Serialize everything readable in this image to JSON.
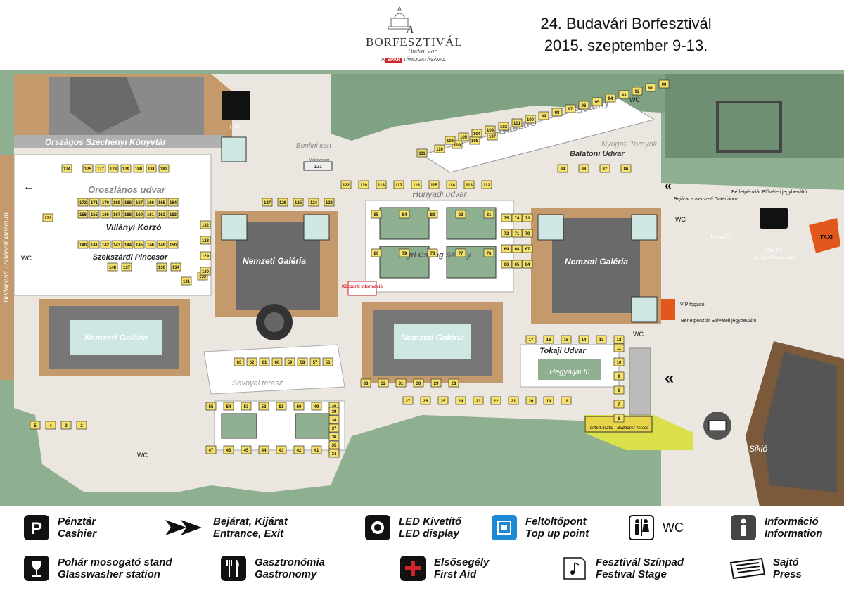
{
  "header": {
    "logo_small": "A",
    "logo_brand": "BORFESZTIVÁL",
    "logo_script": "Budai Vár",
    "logo_sponsor_prefix": "A",
    "logo_sponsor_brand": "SPAR",
    "logo_sponsor_suffix": "TÁMOGATÁSÁVAL",
    "title_line1": "24. Budavári Borfesztivál",
    "title_line2": "2015. szeptember 9-13."
  },
  "map": {
    "labels": {
      "konyvtar": "Országos Széchényi Könyvtár",
      "muzeum": "Budapesti Történeti Múzeum",
      "oroszlanos": "Oroszlános udvar",
      "villanyi": "Villányi Korzó",
      "szekszardi": "Szekszárdi Pincesor",
      "bonfini": "Bonfini kert",
      "hunyadi": "Hunyadi udvar",
      "egri": "Egri Csillag Sétány",
      "gasztro": "Gasztró",
      "setany": "Sétány",
      "nyugati": "Nyugati Tornyok",
      "balatoni": "Balatoni Udvar",
      "tokaji": "Tokaji Udvar",
      "hegyalja": "Hegyaljai fű",
      "savoyai": "Savoyai terasz",
      "siklo": "Sikló",
      "kivetito": "Kivetítő",
      "disz_ter": "Dísz Tér",
      "disz_ter_sub": "(16, 116-Várbusz, Taxi)",
      "lift": "LIFT",
      "gal1": "Nemzeti Galéria",
      "gal2": "Nemzeti Galéria",
      "gal3": "Nemzeti Galéria",
      "gal4": "Nemzeti Galéria",
      "bejarat": "Bejárat a Nemzeti Galériához",
      "berlet1": "Bérletpénztár Elővételi jegybeváltó",
      "berlet2": "Bérletpénztár Elővételi jegybeváltó",
      "vip": "VIP fogadó",
      "kozponti": "Központi Információ",
      "terasz": "Terített Asztal - Budapest Terace",
      "terasz_num": "1",
      "taxi": "TAXI",
      "wc": "WC",
      "stage_num": "121",
      "stage_label": "Vollenweider"
    },
    "stalls": [
      "176",
      "177",
      "178",
      "179",
      "180",
      "181",
      "182",
      "174",
      "175",
      "172",
      "171",
      "170",
      "169",
      "168",
      "167",
      "166",
      "165",
      "164",
      "156",
      "155",
      "166",
      "167",
      "168",
      "160",
      "161",
      "162",
      "163",
      "173",
      "140",
      "141",
      "142",
      "143",
      "144",
      "145",
      "146",
      "149",
      "150",
      "148",
      "137",
      "136",
      "134",
      "133",
      "131",
      "132",
      "128",
      "129",
      "130",
      "127",
      "126",
      "125",
      "124",
      "123",
      "122",
      "119",
      "118",
      "117",
      "116",
      "115",
      "114",
      "113",
      "112",
      "111",
      "110",
      "109",
      "108",
      "107",
      "106",
      "105",
      "104",
      "103",
      "102",
      "101",
      "100",
      "99",
      "98",
      "97",
      "96",
      "95",
      "94",
      "93",
      "92",
      "91",
      "90",
      "89",
      "88",
      "87",
      "86",
      "85",
      "84",
      "83",
      "82",
      "81",
      "80",
      "79",
      "78",
      "77",
      "76",
      "75",
      "74",
      "73",
      "72",
      "71",
      "70",
      "69",
      "68",
      "67",
      "66",
      "65",
      "64",
      "63",
      "62",
      "61",
      "60",
      "59",
      "58",
      "57",
      "56",
      "55",
      "54",
      "53",
      "52",
      "51",
      "50",
      "49",
      "48",
      "47",
      "46",
      "45",
      "44",
      "43",
      "42",
      "41",
      "40",
      "39",
      "38",
      "37",
      "36",
      "35",
      "34",
      "33",
      "32",
      "31",
      "30",
      "29",
      "28",
      "27",
      "26",
      "25",
      "24",
      "23",
      "22",
      "21",
      "20",
      "19",
      "18",
      "17",
      "16",
      "15",
      "14",
      "13",
      "12",
      "11",
      "10",
      "9",
      "8",
      "7",
      "6",
      "5",
      "4",
      "3",
      "2"
    ],
    "colors": {
      "grass": "#8fb090",
      "grass_dark": "#6f8f72",
      "path": "#ebe6df",
      "building": "#c49a6c",
      "roof": "#8a8a8a",
      "roof_dark": "#5a5a5a",
      "stall": "#f5e16b",
      "stall_border": "#333333",
      "water": "#cfe7e3"
    }
  },
  "legend": [
    {
      "icon": "cashier-icon",
      "hu": "Pénztár",
      "en": "Cashier"
    },
    {
      "icon": "entrance-exit-icon",
      "hu": "Bejárat,  Kijárat",
      "en": "Entrance, Exit"
    },
    {
      "icon": "led-display-icon",
      "hu": "LED Kivetítő",
      "en": "LED display"
    },
    {
      "icon": "top-up-point-icon",
      "hu": "Feltöltőpont",
      "en": "Top up point"
    },
    {
      "icon": "wc-icon",
      "hu": "WC",
      "en": ""
    },
    {
      "icon": "information-icon",
      "hu": "Információ",
      "en": "Information"
    },
    {
      "icon": "glasswasher-icon",
      "hu": "Pohár mosogató stand",
      "en": "Glasswasher station"
    },
    {
      "icon": "gastronomy-icon",
      "hu": "Gasztronómia",
      "en": "Gastronomy"
    },
    {
      "icon": "first-aid-icon",
      "hu": "Elsősegély",
      "en": "First Aid"
    },
    {
      "icon": "festival-stage-icon",
      "hu": "Fesztivál Színpad",
      "en": "Festival Stage"
    },
    {
      "icon": "press-icon",
      "hu": "Sajtó",
      "en": "Press"
    }
  ]
}
